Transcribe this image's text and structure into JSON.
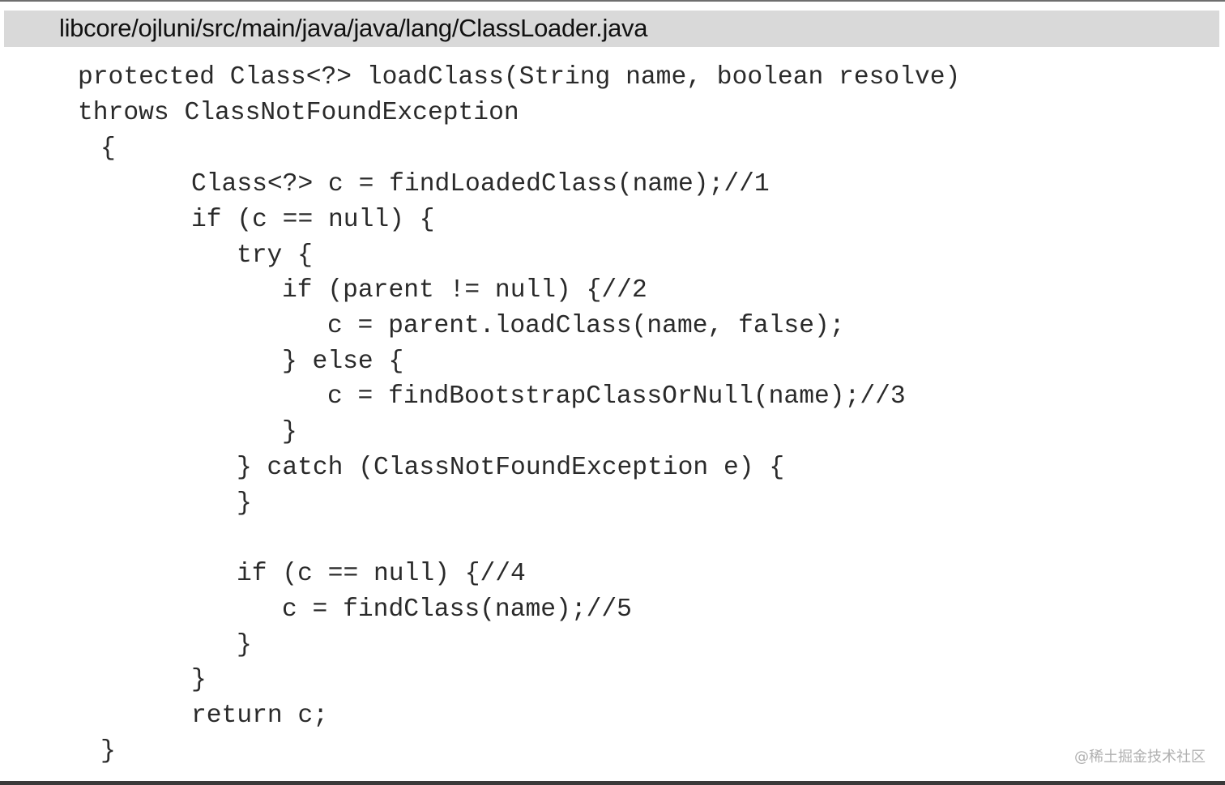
{
  "header": {
    "file_path": "libcore/ojluni/src/main/java/java/lang/ClassLoader.java"
  },
  "code": {
    "lines": [
      "protected Class<?> loadClass(String name, boolean resolve)",
      "throws ClassNotFoundException",
      "{",
      "Class<?> c = findLoadedClass(name);//1",
      "if (c == null) {",
      "try {",
      "if (parent != null) {//2",
      "c = parent.loadClass(name, false);",
      "} else {",
      "c = findBootstrapClassOrNull(name);//3",
      "}",
      "} catch (ClassNotFoundException e) {",
      "}",
      "if (c == null) {//4",
      "c = findClass(name);//5",
      "}",
      "}",
      "return c;",
      "}"
    ]
  },
  "watermark": {
    "text": "@稀土掘金技术社区"
  }
}
